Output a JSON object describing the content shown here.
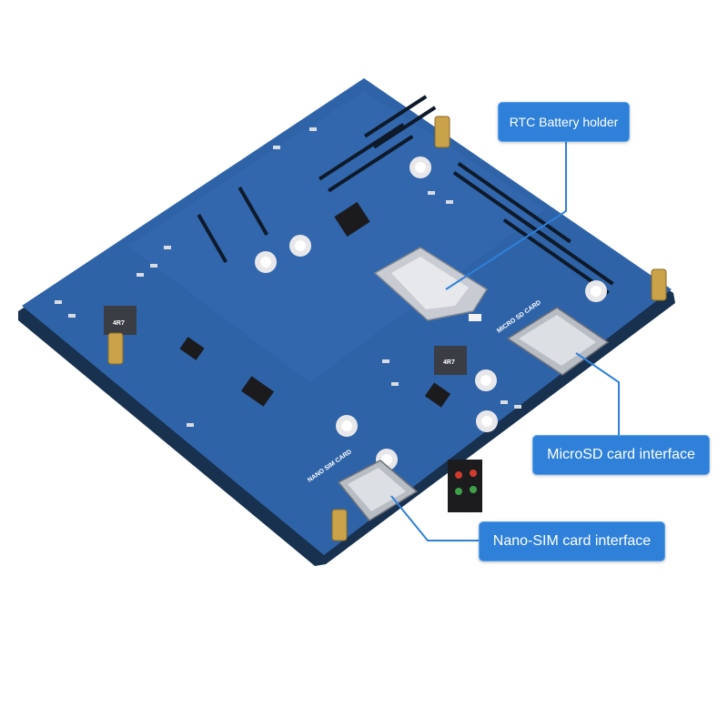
{
  "callouts": {
    "rtc": "RTC Battery holder",
    "microsd": "MicroSD card interface",
    "nanosim": "Nano-SIM card interface"
  },
  "silkscreen": {
    "microsd_label": "MICRO SD CARD",
    "nanosim_label": "NANO SIM CARD",
    "inductor_marking": "4R7"
  },
  "colors": {
    "pcb": "#2f63a8",
    "callout": "#2f80d9",
    "leader_line": "#2f80d9"
  }
}
